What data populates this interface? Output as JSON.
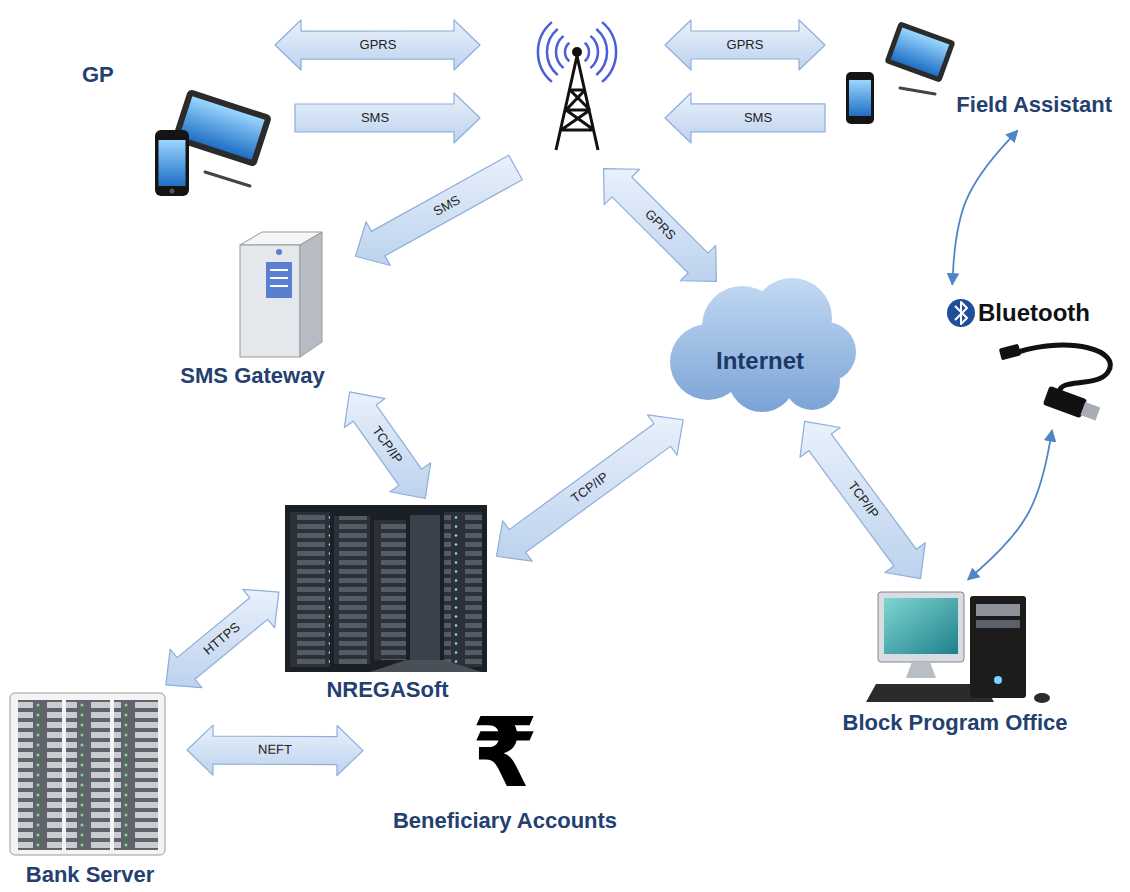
{
  "diagram": {
    "nodes": [
      {
        "text": [
          "GP"
        ]
      },
      {
        "text": []
      },
      {
        "text": [
          "Field Assistant"
        ]
      },
      {
        "text": [
          "SMS Gateway"
        ]
      },
      {
        "text": [
          "Internet"
        ]
      },
      {
        "text": [
          "Bluetooth"
        ]
      },
      {
        "text": [
          "NREGASoft"
        ]
      },
      {
        "text": [
          "Block Program Office"
        ]
      },
      {
        "text": [
          "Bank Server"
        ]
      },
      {
        "text": [
          "₹",
          "Beneficiary Accounts"
        ]
      }
    ],
    "edges": [
      {
        "from": 0,
        "to": 1,
        "label": "GPRS",
        "arrow": "both"
      },
      {
        "from": 0,
        "to": 1,
        "label": "SMS",
        "arrow": "to"
      },
      {
        "from": 2,
        "to": 1,
        "label": "GPRS",
        "arrow": "both"
      },
      {
        "from": 2,
        "to": 1,
        "label": "SMS",
        "arrow": "to"
      },
      {
        "from": 1,
        "to": 3,
        "label": "SMS",
        "arrow": "to"
      },
      {
        "from": 1,
        "to": 4,
        "label": "GPRS",
        "arrow": "both"
      },
      {
        "from": 3,
        "to": 6,
        "label": "TCP/IP",
        "arrow": "both"
      },
      {
        "from": 4,
        "to": 6,
        "label": "TCP/IP",
        "arrow": "both"
      },
      {
        "from": 4,
        "to": 7,
        "label": "TCP/IP",
        "arrow": "both"
      },
      {
        "from": 6,
        "to": 8,
        "label": "HTTPS",
        "arrow": "both"
      },
      {
        "from": 8,
        "to": 9,
        "label": "NEFT",
        "arrow": "both"
      },
      {
        "from": 2,
        "to": 5,
        "arrow": "both"
      },
      {
        "from": 5,
        "to": 7,
        "arrow": "both"
      }
    ]
  }
}
